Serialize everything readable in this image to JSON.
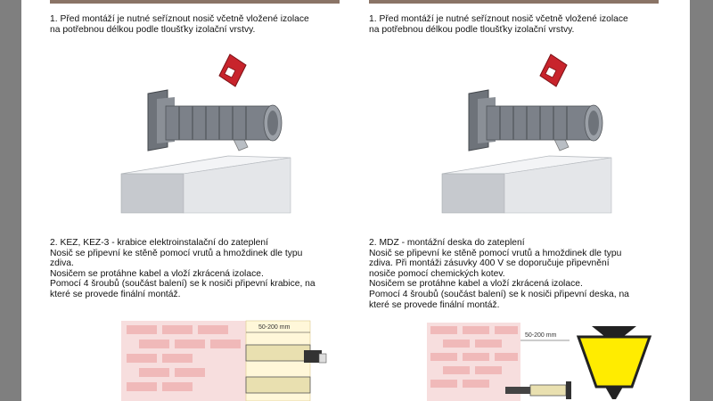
{
  "columns": [
    {
      "step1": "1. Před montáží je nutné seříznout nosič včetně vložené izolace\nna potřebnou délkou podle tloušťky izolační vrstvy.",
      "step2": "2. KEZ, KEZ-3 - krabice elektroinstalační do zateplení\nNosič se připevní ke stěně pomocí vrutů a hmoždinek dle typu\nzdiva.\nNosičem se protáhne kabel a vloží zkrácená izolace.\nPomocí 4 šroubů (součást balení) se k nosiči připevní krabice, na\nkteré se provede finální montáž.",
      "dimension": "50-200 mm"
    },
    {
      "step1": "1. Před montáží je nutné seříznout nosič včetně vložené izolace\nna potřebnou délkou podle tloušťky izolační vrstvy.",
      "step2": "2. MDZ - montážní deska do zateplení\nNosič se připevní ke stěně pomocí vrutů a hmoždinek dle typu\nzdiva. Při montáži zásuvky 400 V se doporučuje připevnění\nnosiče pomocí chemických kotev.\nNosičem se protáhne kabel a vloží zkrácená izolace.\nPomocí 4 šroubů (součást balení) se k nosiči připevní deska, na\nkteré se provede finální montáž.",
      "dimension": "50-200 mm"
    }
  ],
  "colors": {
    "page_bg": "#7f7f7f",
    "accent_red": "#c8242c",
    "lamp_yellow": "#ffec00"
  }
}
